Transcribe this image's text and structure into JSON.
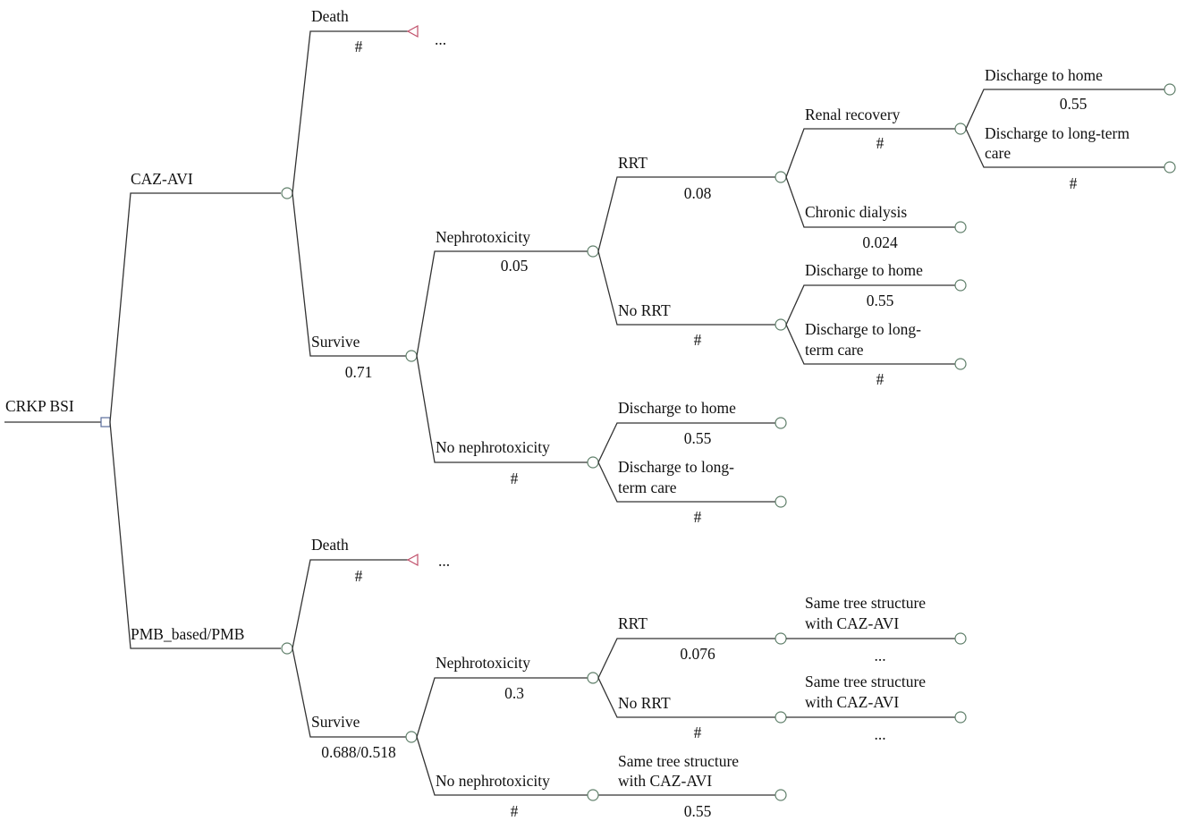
{
  "root": {
    "label": "CRKP BSI"
  },
  "caz": {
    "label": "CAZ-AVI",
    "death": {
      "label": "Death",
      "prob": "#",
      "more": "..."
    },
    "survive": {
      "label": "Survive",
      "prob": "0.71"
    },
    "nephro": {
      "label": "Nephrotoxicity",
      "prob": "0.05"
    },
    "rrt": {
      "label": "RRT",
      "prob": "0.08"
    },
    "renal_recovery": {
      "label": "Renal recovery",
      "prob": "#"
    },
    "rr_home": {
      "label": "Discharge to home",
      "prob": "0.55"
    },
    "rr_ltc": {
      "label_line1": "Discharge to long-term",
      "label_line2": "care",
      "prob": "#"
    },
    "chronic_dialysis": {
      "label": "Chronic dialysis",
      "prob": "0.024"
    },
    "no_rrt": {
      "label": "No RRT",
      "prob": "#"
    },
    "nrrt_home": {
      "label": "Discharge to home",
      "prob": "0.55"
    },
    "nrrt_ltc": {
      "label_line1": "Discharge to long-",
      "label_line2": "term care",
      "prob": "#"
    },
    "no_nephro": {
      "label": "No nephrotoxicity",
      "prob": "#"
    },
    "nn_home": {
      "label": "Discharge to home",
      "prob": "0.55"
    },
    "nn_ltc": {
      "label_line1": "Discharge to long-",
      "label_line2": "term care",
      "prob": "#"
    }
  },
  "pmb": {
    "label": "PMB_based/PMB",
    "death": {
      "label": "Death",
      "prob": "#",
      "more": "..."
    },
    "survive": {
      "label": "Survive",
      "prob": "0.688/0.518"
    },
    "nephro": {
      "label": "Nephrotoxicity",
      "prob": "0.3"
    },
    "rrt": {
      "label": "RRT",
      "prob": "0.076"
    },
    "rrt_same": {
      "label_line1": "Same tree structure",
      "label_line2": "with CAZ-AVI",
      "prob": "..."
    },
    "no_rrt": {
      "label": "No RRT",
      "prob": "#"
    },
    "nrrt_same": {
      "label_line1": "Same tree structure",
      "label_line2": "with CAZ-AVI",
      "prob": "..."
    },
    "no_nephro": {
      "label": "No nephrotoxicity",
      "prob": "#"
    },
    "nn_same": {
      "label_line1": "Same tree structure",
      "label_line2": "with CAZ-AVI",
      "prob": "0.55"
    }
  }
}
